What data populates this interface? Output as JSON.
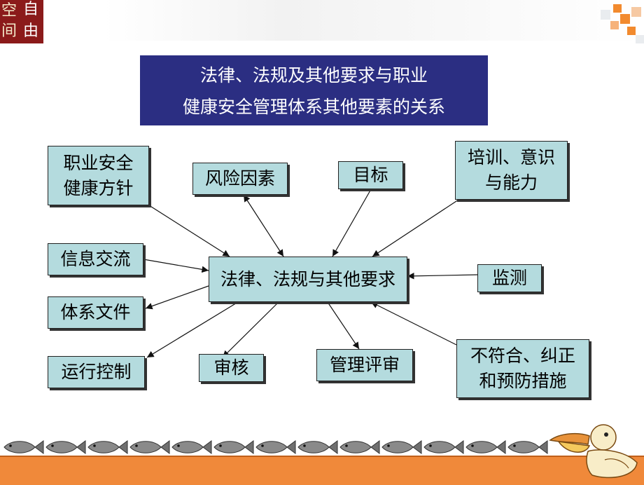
{
  "logo": {
    "chars": [
      "空",
      "自",
      "间",
      "由"
    ]
  },
  "title": {
    "line1": "法律、法规及其他要求与职业",
    "line2": "健康安全管理体系其他要素的关系"
  },
  "center": {
    "label": "法律、法规与其他要求"
  },
  "nodes": {
    "policy": {
      "line1": "职业安全",
      "line2": "健康方针"
    },
    "risk": {
      "label": "风险因素"
    },
    "objectives": {
      "label": "目标"
    },
    "training": {
      "line1": "培训、意识",
      "line2": "与能力"
    },
    "communication": {
      "label": "信息交流"
    },
    "monitoring": {
      "label": "监测"
    },
    "documents": {
      "label": "体系文件"
    },
    "operation": {
      "label": "运行控制"
    },
    "audit": {
      "label": "审核"
    },
    "review": {
      "label": "管理评审"
    },
    "nonconformance": {
      "line1": "不符合、纠正",
      "line2": "和预防措施"
    }
  },
  "colors": {
    "title_bg": "#2b2e82",
    "box_fill": "#b4dbde",
    "logo_bg": "#8b1a1a",
    "ground": "#f0893a"
  }
}
